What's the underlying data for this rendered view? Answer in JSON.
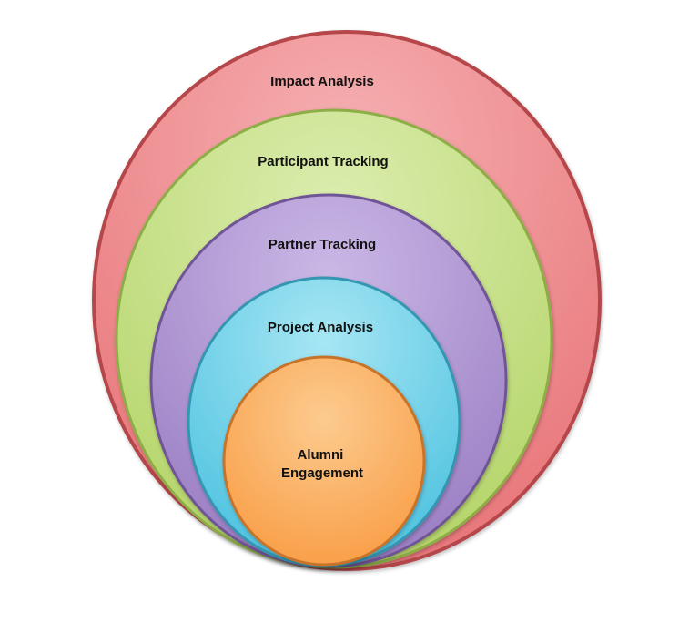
{
  "diagram": {
    "type": "nested-circles",
    "layers": [
      {
        "id": "impact",
        "label": "Impact Analysis",
        "color": "#E8767A",
        "light": "#F6B0B2",
        "stroke": "#B5474C"
      },
      {
        "id": "participant",
        "label": "Participant Tracking",
        "color": "#B5D56A",
        "light": "#DCEDAF",
        "stroke": "#8DAE46"
      },
      {
        "id": "partner",
        "label": "Partner Tracking",
        "color": "#9B7FC4",
        "light": "#CBB8E6",
        "stroke": "#6F5596"
      },
      {
        "id": "project",
        "label": "Project Analysis",
        "color": "#4FC3E0",
        "light": "#A7E6F4",
        "stroke": "#3596B2"
      },
      {
        "id": "alumni",
        "label_lines": [
          "Alumni",
          "Engagement"
        ],
        "color": "#F99D45",
        "light": "#FCCB8F",
        "stroke": "#C7732B"
      }
    ]
  }
}
